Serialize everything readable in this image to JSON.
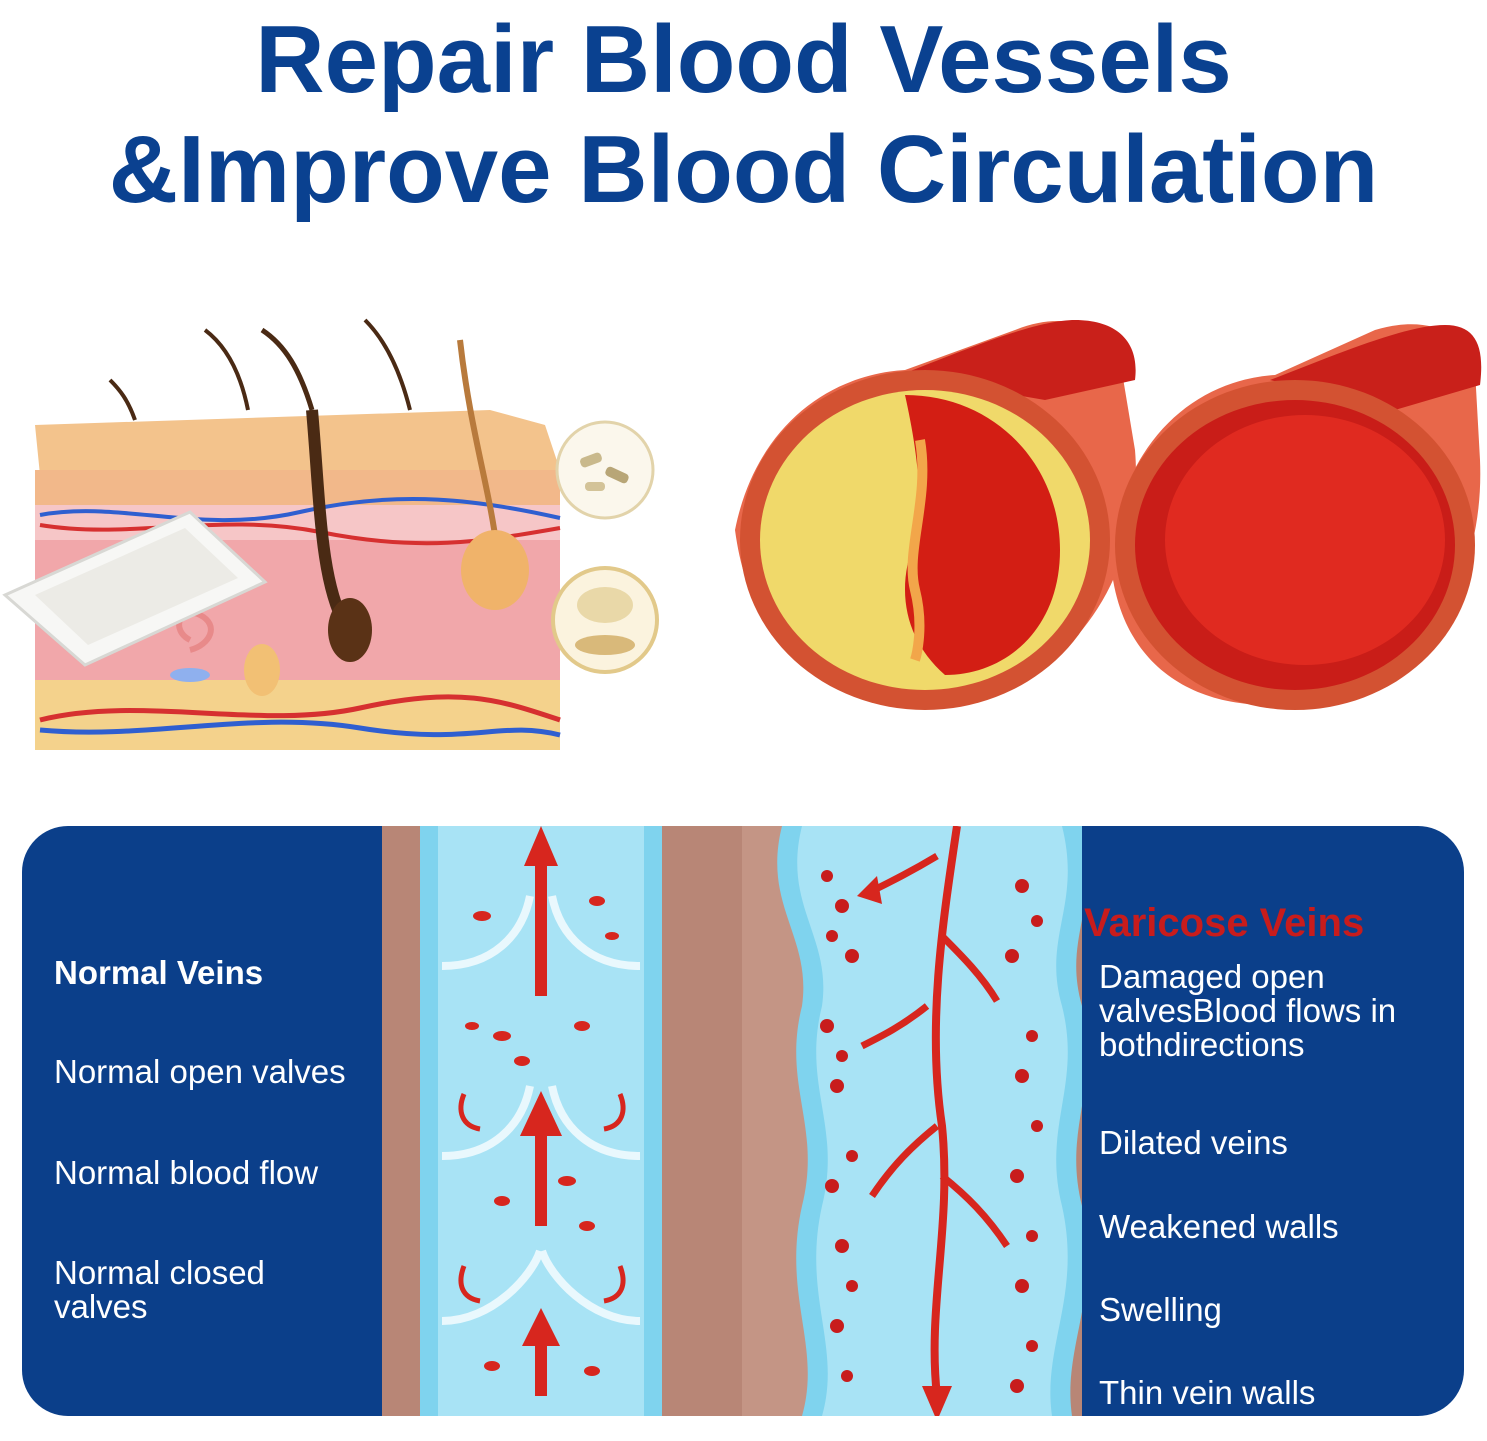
{
  "headline": {
    "line1": "Repair Blood Vessels",
    "line2": "&Improve Blood Circulation"
  },
  "normal_veins": {
    "title": "Normal Veins",
    "items": [
      "Normal open valves",
      "Normal blood flow",
      "Normal closed valves"
    ]
  },
  "varicose_veins": {
    "title": "Varicose Veins",
    "items": [
      "Damaged open valvesBlood flows in bothdirections",
      "Dilated veins",
      "Weakened walls",
      "Swelling",
      "Thin vein walls"
    ]
  },
  "colors": {
    "headline": "#0a4190",
    "panel": "#0b3f8a",
    "varicose_title": "#c81c1c",
    "vein_blue": "#6fcdea",
    "blood_red": "#d7261e"
  }
}
